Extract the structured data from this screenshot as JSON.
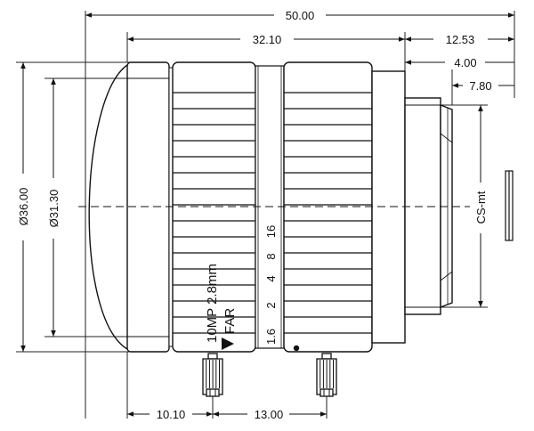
{
  "dimensions": {
    "overall_length": "50.00",
    "body_length": "32.10",
    "mount_section_length": "12.53",
    "mount_step": "4.00",
    "flange_back": "7.80",
    "outer_diameter": "Ø36.00",
    "front_diameter": "Ø31.30",
    "front_to_screw": "10.10",
    "screw_spacing": "13.00"
  },
  "labels": {
    "mount": "CS-mt",
    "model": "10MP 2.8mm",
    "far": "FAR",
    "aperture_scale": [
      "1.6",
      "2",
      "4",
      "8",
      "16"
    ]
  }
}
